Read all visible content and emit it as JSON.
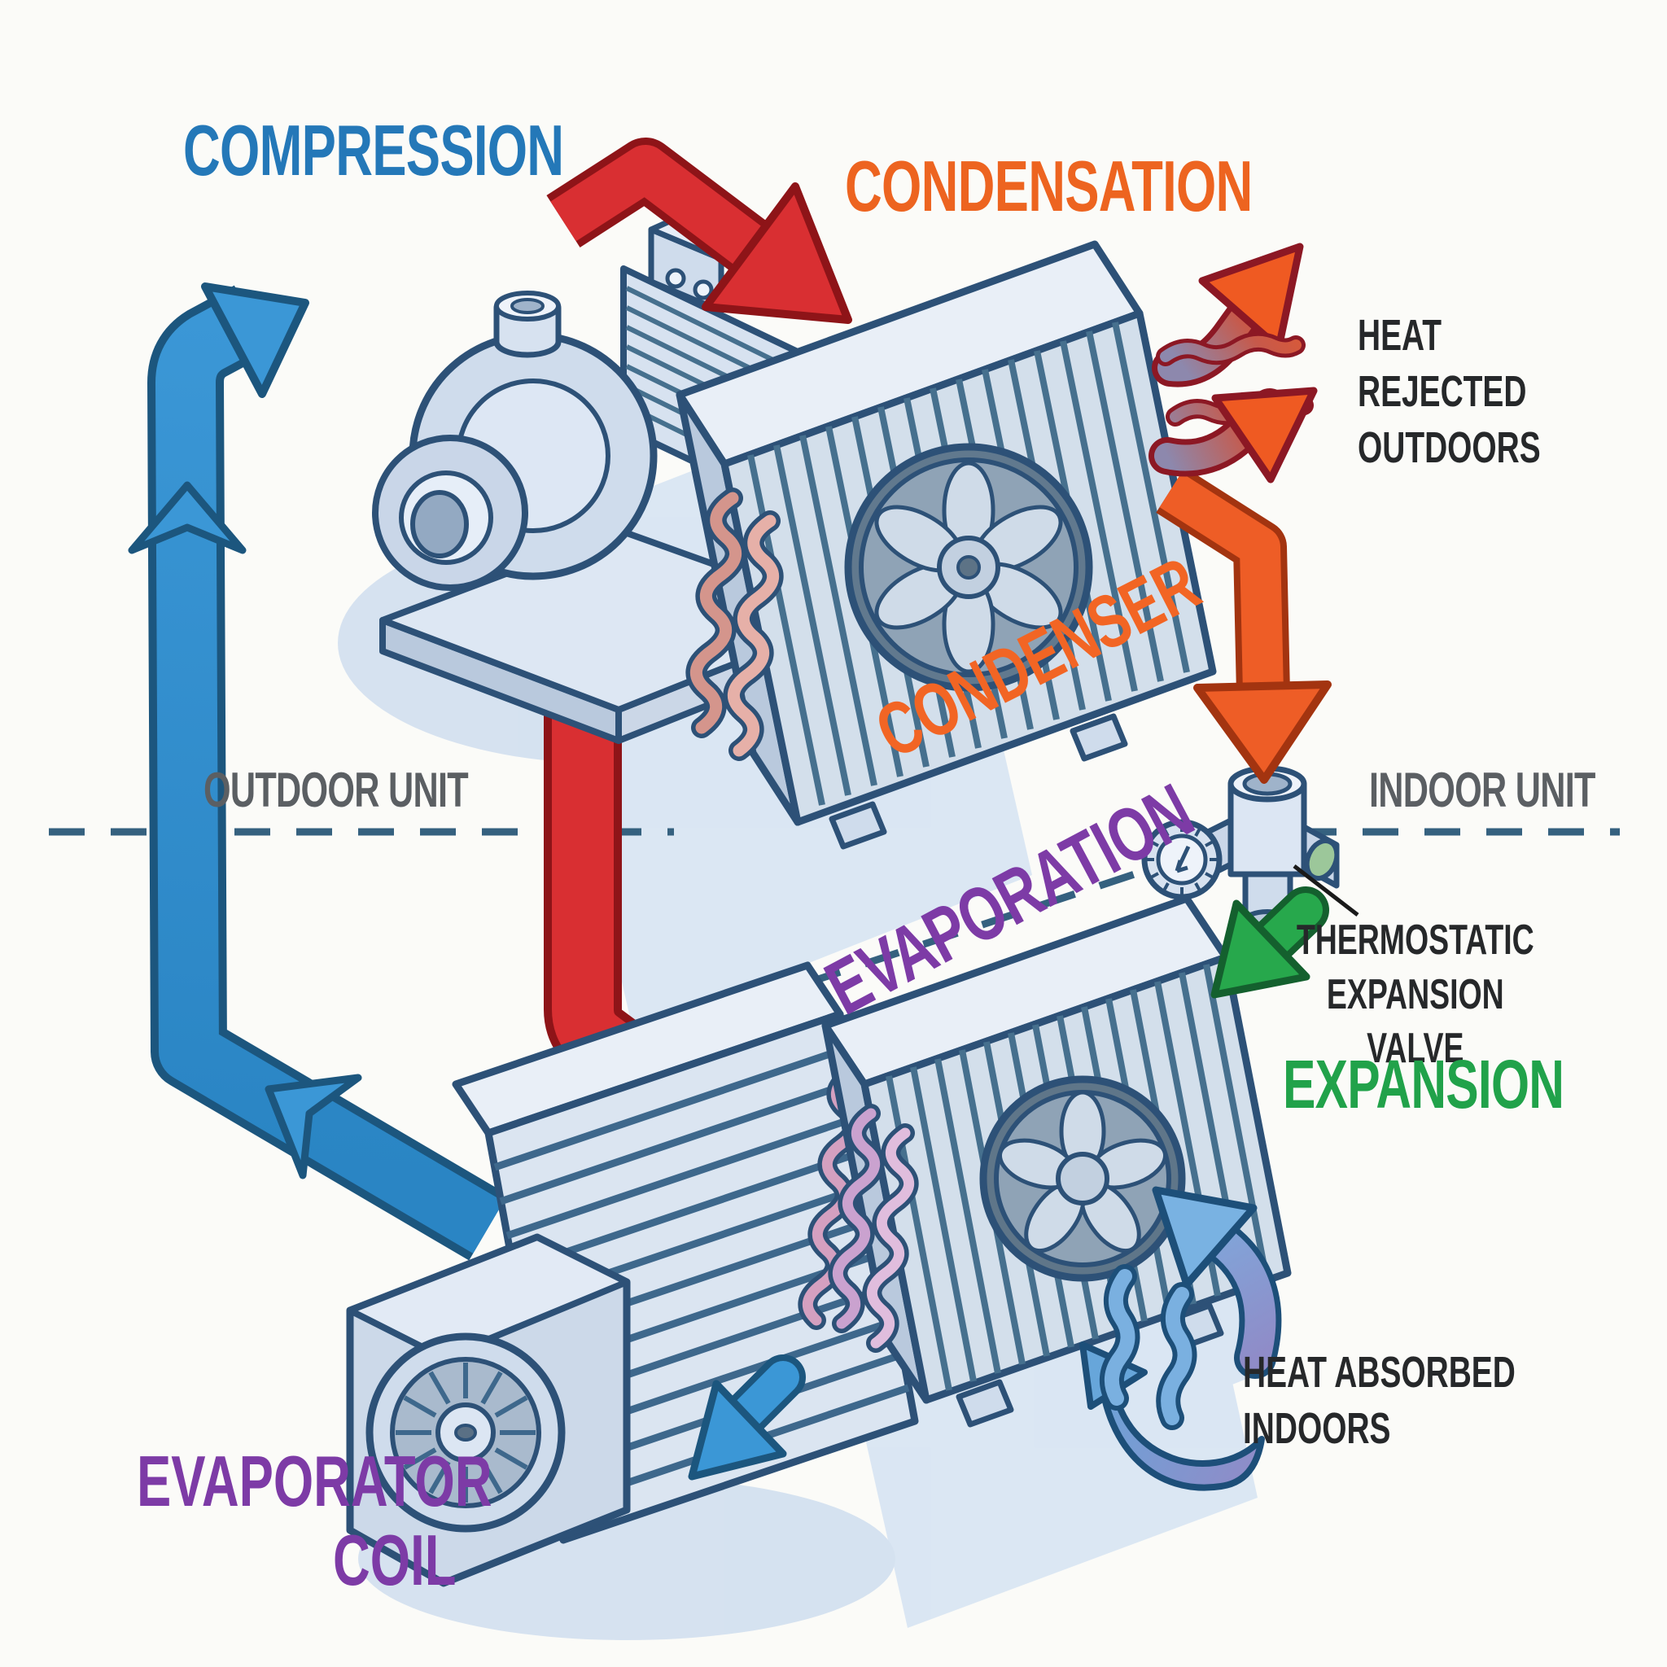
{
  "diagram": {
    "type": "refrigeration-cycle",
    "title_implicit": "Refrigeration / air-conditioning cycle",
    "zones": [
      "OUTDOOR UNIT",
      "INDOOR UNIT"
    ],
    "stages": [
      "COMPRESSION",
      "CONDENSATION",
      "EXPANSION",
      "EVAPORATION"
    ],
    "components": [
      "compressor-pump",
      "condenser-coil-unit",
      "thermostatic-expansion-valve",
      "evaporator-coil-unit",
      "blower-evaporator-coil"
    ],
    "flows": [
      {
        "name": "compressor-to-condenser",
        "color": "red"
      },
      {
        "name": "condenser-to-expansion-valve",
        "color": "orange"
      },
      {
        "name": "expansion-valve-to-evaporator",
        "color": "green"
      },
      {
        "name": "evaporator-to-compressor",
        "color": "blue"
      },
      {
        "name": "heat-rejected-airflow",
        "color": "red-orange"
      },
      {
        "name": "heat-absorbed-airflow",
        "color": "blue"
      }
    ]
  },
  "labels": {
    "compression": "COMPRESSION",
    "condensation": "CONDENSATION",
    "condenser": "CONDENSER",
    "evaporation": "EVAPORATION",
    "expansion": "EXPANSION",
    "outdoor_unit": "OUTDOOR UNIT",
    "indoor_unit": "INDOOR UNIT",
    "thermostatic_valve": {
      "line1": "THERMOSTATIC",
      "line2": "EXPANSION VALVE"
    },
    "heat_rejected": {
      "line1": "HEAT REJECTED",
      "line2": "OUTDOORS"
    },
    "heat_absorbed": {
      "line1": "HEAT ABSORBED",
      "line2": "INDOORS"
    },
    "evaporator_coil": {
      "line1": "EVAPORATOR",
      "line2": "COIL"
    }
  },
  "colors": {
    "compression_label": "#2478b8",
    "condensation_label": "#ed6420",
    "condenser_label": "#f26524",
    "evaporation_label": "#7d3ba6",
    "expansion_label": "#21a24a",
    "caption_dark": "#26282a",
    "zone_gray": "#5b5f63",
    "red_arrow": "#d92f32",
    "orange_arrow": "#ee5d26",
    "green_arrow": "#27a84c",
    "blue_arrow": "#2f8fcf",
    "machine_outline": "#2d5177",
    "machine_fill": "#d7e2f0",
    "dashed_line": "#35617f",
    "background": "#fbfbf8"
  }
}
